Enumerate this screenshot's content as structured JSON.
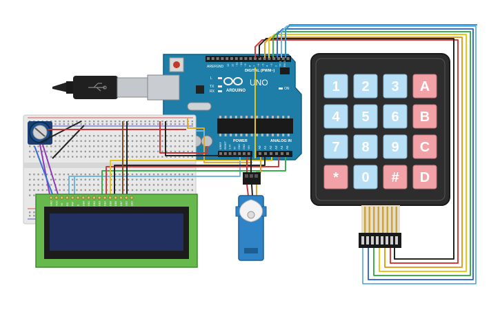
{
  "arduino": {
    "logo_text": "ARDUINO",
    "model": "UNO",
    "digital_header": "DIGITAL (PWM~)",
    "analog_header": "ANALOG IN",
    "power_header": "POWER",
    "label_aref": "AREF",
    "label_gnd": "GND",
    "label_tx": "TX",
    "label_rx": "RX",
    "label_on": "ON",
    "label_l": "L",
    "digital_pins": [
      "13",
      "12",
      "~11",
      "~10",
      "~9",
      "8",
      "7",
      "~6",
      "~5",
      "4",
      "~3",
      "2",
      "TX 1",
      "RX 0"
    ],
    "analog_pins": [
      "A0",
      "A1",
      "A2",
      "A3",
      "A4",
      "A5"
    ],
    "power_pins": [
      "IOREF",
      "RESET",
      "3.3V",
      "5V",
      "GND",
      "GND",
      "VIN"
    ]
  },
  "keypad": {
    "rows": [
      [
        "1",
        "2",
        "3",
        "A"
      ],
      [
        "4",
        "5",
        "6",
        "B"
      ],
      [
        "7",
        "8",
        "9",
        "C"
      ],
      [
        "*",
        "0",
        "#",
        "D"
      ]
    ]
  },
  "lcd": {
    "pins": [
      "GND",
      "VCC",
      "V0",
      "RS",
      "RW",
      "E",
      "DB0",
      "DB1",
      "DB2",
      "DB3",
      "DB4",
      "DB5",
      "DB6",
      "DB7",
      "LED",
      "LED"
    ]
  },
  "colors": {
    "arduino_board": "#1f7ea8",
    "keypad_body": "#2d2d2d",
    "key_blue": "#b7dff5",
    "key_red": "#f2a2a6",
    "lcd_pcb": "#67b94e",
    "lcd_screen": "#22305f",
    "servo_body": "#2f84c8",
    "breadboard": "#e8e8e8"
  }
}
